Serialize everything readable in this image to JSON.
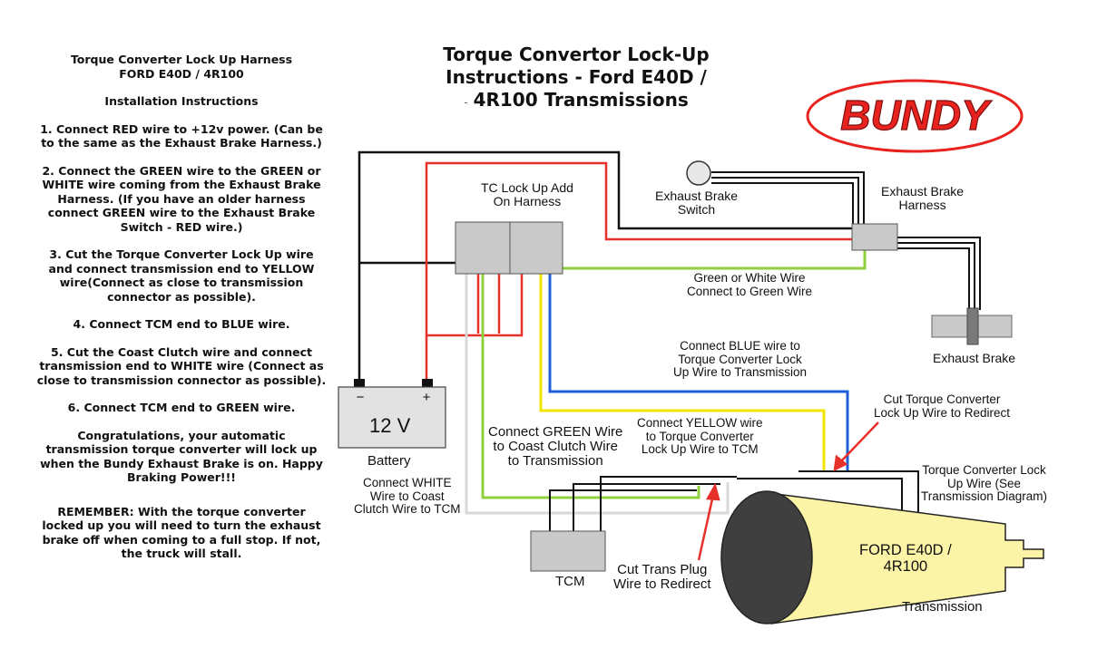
{
  "instructions": {
    "title_line1": "Torque Converter Lock Up Harness",
    "title_line2": "FORD E40D / 4R100",
    "subtitle": "Installation Instructions",
    "steps": [
      "1.   Connect RED wire to +12v power. (Can be to the same as the Exhaust Brake Harness.)",
      "2.   Connect the GREEN wire to the GREEN or WHITE wire coming from the Exhaust Brake Harness. (If you have an older harness connect GREEN wire to the Exhaust Brake Switch - RED wire.)",
      "3.   Cut the Torque Converter Lock Up wire and connect transmission end to YELLOW wire(Connect as close to transmission connector as possible).",
      "4.   Connect TCM end to BLUE wire.",
      "5.   Cut the Coast Clutch wire and connect transmission end to WHITE wire (Connect as close to transmission connector as possible).",
      "6.   Connect TCM end to GREEN wire."
    ],
    "congrats": "Congratulations, your automatic transmission torque converter will lock up when the Bundy Exhaust Brake is on. Happy Braking Power!!!",
    "remember": "REMEMBER: With the torque converter locked up you will need to turn the exhaust brake off when coming to a full stop. If not, the truck will stall."
  },
  "title": {
    "line1": "Torque Convertor Lock-Up",
    "line2": "Instructions - Ford E40D /",
    "line3": "4R100 Transmissions",
    "dash": "-"
  },
  "logo": {
    "text": "BUNDY",
    "color": "#e8231f"
  },
  "labels": {
    "harness": [
      "TC Lock Up Add",
      "On Harness"
    ],
    "switch": [
      "Exhaust Brake",
      "Switch"
    ],
    "eb_harness": [
      "Exhaust Brake",
      "Harness"
    ],
    "green_white": [
      "Green or White Wire",
      "Connect to Green Wire"
    ],
    "exhaust_brake": "Exhaust Brake",
    "blue": [
      "Connect BLUE wire to",
      "Torque Converter Lock",
      "Up Wire to Transmission"
    ],
    "cut_tc": [
      "Cut Torque Converter",
      "Lock Up Wire to Redirect"
    ],
    "battery_voltage": "12 V",
    "battery_minus": "−",
    "battery_plus": "+",
    "battery": "Battery",
    "green_coast": [
      "Connect GREEN Wire",
      "to Coast Clutch Wire",
      "to Transmission"
    ],
    "yellow": [
      "Connect YELLOW wire",
      "to Torque Converter",
      "Lock Up Wire to TCM"
    ],
    "tc_lockup": [
      "Torque Converter  Lock",
      "Up  Wire (See",
      "Transmission Diagram)"
    ],
    "white": [
      "Connect WHITE",
      "Wire to Coast",
      "Clutch Wire to TCM"
    ],
    "tcm": "TCM",
    "cut_trans": [
      "Cut Trans Plug",
      "Wire to Redirect"
    ],
    "trans_model": [
      "FORD E40D /",
      "4R100"
    ],
    "transmission": "Transmission"
  },
  "colors": {
    "red": "#e8302a",
    "green": "#8fd13c",
    "yellow": "#f2e600",
    "blue": "#1f5fd6",
    "white_wire": "#d8d8d8",
    "black": "#111111",
    "box_gray": "#c9c9c9",
    "trans_fill": "#fbf3a6",
    "arrow": "#e8302a"
  }
}
